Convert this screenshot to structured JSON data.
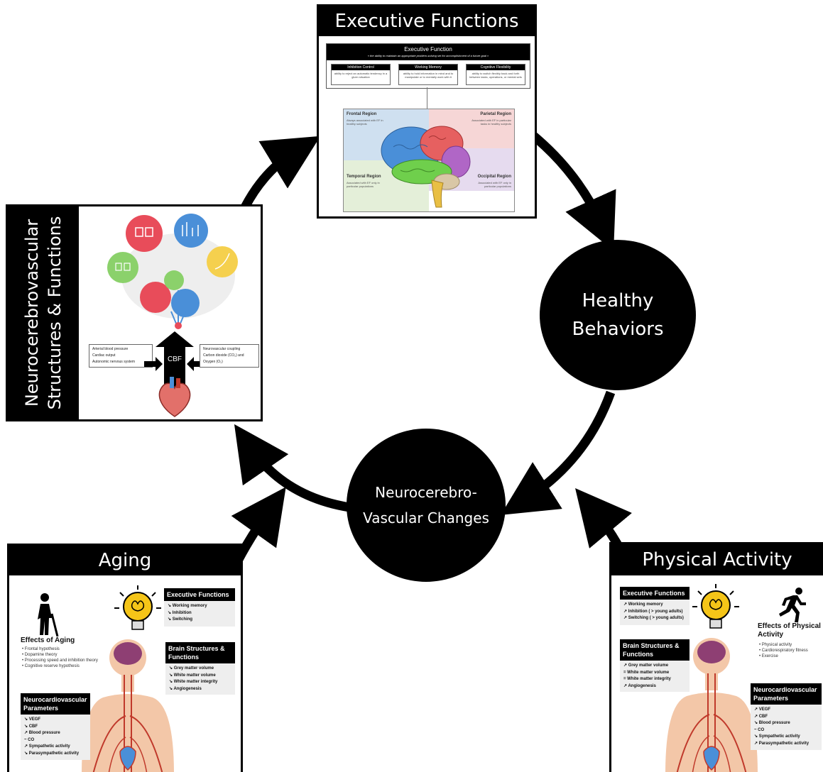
{
  "colors": {
    "black": "#000000",
    "frontal": "#cfe0f0",
    "parietal": "#f6d6d6",
    "temporal": "#e4efd9",
    "occipital": "#e6dbef",
    "artery": "#c0392b",
    "bulb": "#f5c518"
  },
  "executive_functions": {
    "title": "Executive Functions",
    "diagram_title": "Executive Function",
    "diagram_subtitle": "« the ability to maintain an appropriate problem-solving set for accomplishment of a future goal »",
    "components": [
      {
        "name": "Inhibition Control",
        "desc": "ability to reject an automatic tendency in a given situation"
      },
      {
        "name": "Working Memory",
        "desc": "ability to hold information in mind and to manipulate or to mentally work with it"
      },
      {
        "name": "Cognitive Flexibility",
        "desc": "ability to switch flexibly back and forth between tasks, operations, or mental sets"
      }
    ],
    "regions": [
      {
        "name": "Frontal Region",
        "desc": "Always associated with EF in healthy subjects"
      },
      {
        "name": "Parietal Region",
        "desc": "Associated with EF in particular tasks in healthy subjects"
      },
      {
        "name": "Temporal Region",
        "desc": "Associated with EF only in particular populations"
      },
      {
        "name": "Occipital Region",
        "desc": "Associated with EF only in particular populations"
      }
    ]
  },
  "healthy_behaviors": {
    "line1": "Healthy",
    "line2": "Behaviors"
  },
  "neurocerebrovascular_changes": {
    "line1": "Neurocerebro-",
    "line2": "Vascular Changes"
  },
  "structures": {
    "title_line1": "Neurocerebrovascular",
    "title_line2": "Structures & Functions",
    "left_box": [
      "Arterial blood pressure",
      "Cardiac output",
      "Autonomic nervous system"
    ],
    "arrow_label": "CBF",
    "right_box": [
      "Neurovascular coupling",
      "Carbon dioxide (CO₂) and",
      "Oxygen (O₂)"
    ]
  },
  "aging": {
    "title": "Aging",
    "effects_title": "Effects of Aging",
    "effects": [
      "Frontal hypothesis",
      "Dopamine theory",
      "Processing speed and inhibition theory",
      "Cognitive reserve hypothesis"
    ],
    "ef_head": "Executive Functions",
    "ef_items": [
      "↘ Working memory",
      "↘ Inhibition",
      "↘ Switching"
    ],
    "brain_head": "Brain Structures & Functions",
    "brain_items": [
      "↘ Grey matter volume",
      "↘ White matter volume",
      "↘ White matter integrity",
      "↘ Angiogenesis"
    ],
    "ncv_head": "Neurocardiovascular Parameters",
    "ncv_items": [
      "↘ VEGF",
      "↘ CBF",
      "↗ Blood pressure",
      "~ CO",
      "↗ Sympathetic activity",
      "↘ Parasympathetic activity"
    ]
  },
  "physical_activity": {
    "title": "Physical Activity",
    "effects_title": "Effects of Physical Activity",
    "effects": [
      "Physical activity",
      "Cardiorespiratory fitness",
      "Exercise"
    ],
    "ef_head": "Executive Functions",
    "ef_items": [
      "↗ Working memory",
      "↗ Inhibition ( > young adults)",
      "↗ Switching ( > young adults)"
    ],
    "brain_head": "Brain Structures & Functions",
    "brain_items": [
      "↗ Grey matter volume",
      "= White matter volume",
      "= White matter integrity",
      "↗ Angiogenesis"
    ],
    "ncv_head": "Neurocardiovascular Parameters",
    "ncv_items": [
      "↗ VEGF",
      "↗ CBF",
      "↘ Blood pressure",
      "~ CO",
      "↘ Sympathetic activity",
      "↗ Parasympathetic activity"
    ]
  }
}
